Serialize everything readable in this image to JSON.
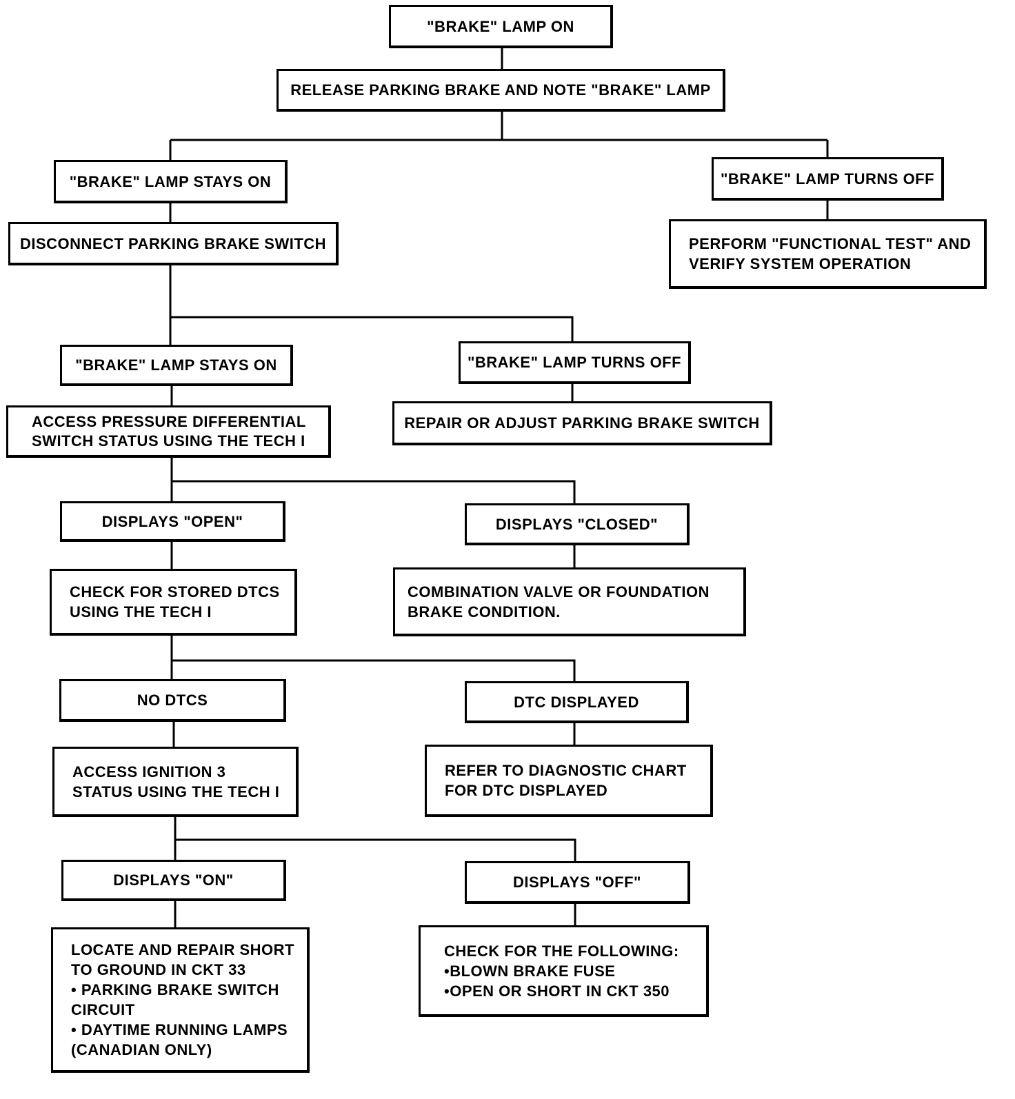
{
  "nodes": {
    "start": "\"BRAKE\" LAMP ON",
    "release": "RELEASE PARKING BRAKE AND NOTE \"BRAKE\" LAMP",
    "stays_on_1": "\"BRAKE\" LAMP STAYS ON",
    "turns_off_1": "\"BRAKE\" LAMP TURNS OFF",
    "disconnect": "DISCONNECT PARKING BRAKE SWITCH",
    "functional_test": "PERFORM \"FUNCTIONAL TEST\" AND\nVERIFY SYSTEM OPERATION",
    "stays_on_2": "\"BRAKE\" LAMP STAYS ON",
    "turns_off_2": "\"BRAKE\" LAMP TURNS OFF",
    "access_pressure": "ACCESS PRESSURE DIFFERENTIAL\nSWITCH STATUS USING THE TECH I",
    "repair_switch": "REPAIR OR ADJUST PARKING BRAKE SWITCH",
    "displays_open": "DISPLAYS \"OPEN\"",
    "displays_closed": "DISPLAYS \"CLOSED\"",
    "check_dtcs": "CHECK FOR STORED DTCS\nUSING THE TECH I",
    "combination_valve": "COMBINATION VALVE OR FOUNDATION\nBRAKE CONDITION.",
    "no_dtcs": "NO DTCS",
    "dtc_displayed": "DTC DISPLAYED",
    "access_ignition": "ACCESS IGNITION 3\nSTATUS USING THE TECH I",
    "refer_chart": "REFER TO DIAGNOSTIC CHART\nFOR DTC DISPLAYED",
    "displays_on": "DISPLAYS \"ON\"",
    "displays_off": "DISPLAYS \"OFF\"",
    "locate_repair": "LOCATE AND REPAIR SHORT\nTO GROUND IN CKT 33\n • PARKING  BRAKE  SWITCH\n    CIRCUIT\n • DAYTIME  RUNNING  LAMPS\n    (CANADIAN  ONLY)",
    "check_following": "CHECK FOR THE FOLLOWING:\n   •BLOWN BRAKE FUSE\n   •OPEN OR SHORT IN CKT 350"
  }
}
